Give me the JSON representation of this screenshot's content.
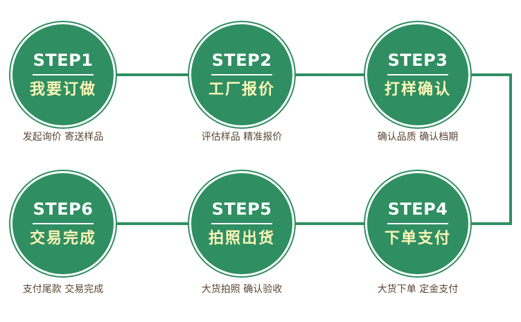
{
  "colors": {
    "accent": "#2f8f62",
    "title_text": "#fff6b8",
    "description_text": "#5a4632"
  },
  "steps": [
    {
      "label": "STEP1",
      "title": "我要订做",
      "description": "发起询价 寄送样品"
    },
    {
      "label": "STEP2",
      "title": "工厂报价",
      "description": "评估样品 精准报价"
    },
    {
      "label": "STEP3",
      "title": "打样确认",
      "description": "确认品质 确认档期"
    },
    {
      "label": "STEP4",
      "title": "下单支付",
      "description": "大货下单 定金支付"
    },
    {
      "label": "STEP5",
      "title": "拍照出货",
      "description": "大货拍照 确认验收"
    },
    {
      "label": "STEP6",
      "title": "交易完成",
      "description": "支付尾款 交易完成"
    }
  ]
}
